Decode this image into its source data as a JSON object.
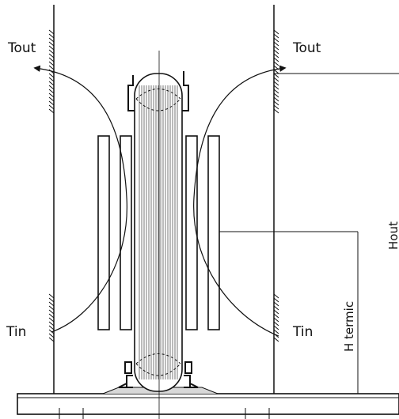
{
  "labels": {
    "tout_left": "Tout",
    "tout_right": "Tout",
    "tin_left": "Tin",
    "tin_right": "Tin",
    "h_termic": "H termic",
    "h_out": "Hout"
  }
}
